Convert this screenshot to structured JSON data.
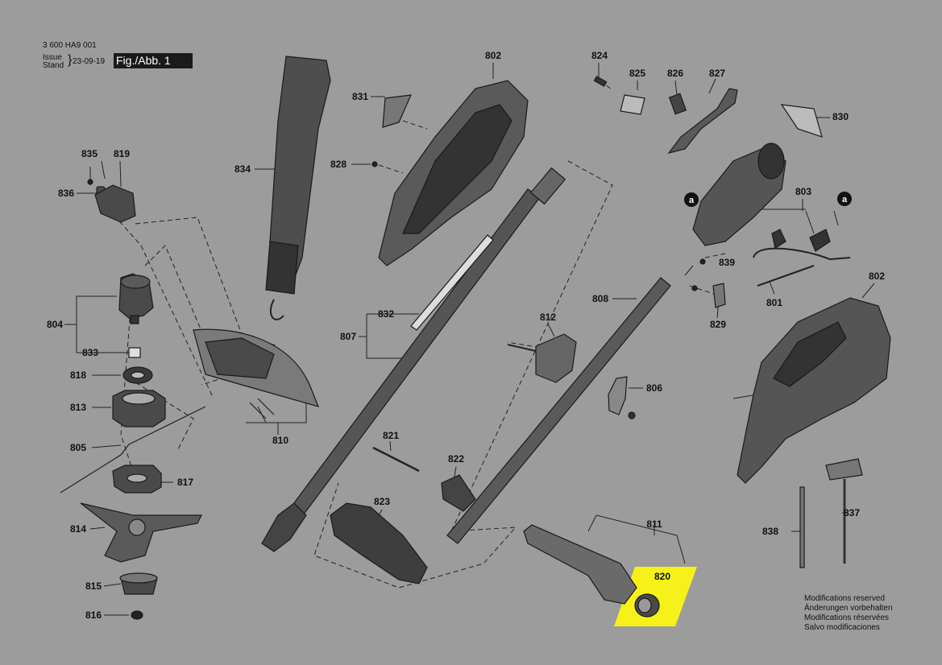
{
  "header": {
    "doc_number": "3 600 HA9 001",
    "issue_label": "Issue",
    "stand_label": "Stand",
    "date": "23-09-19",
    "figure_label": "Fig./Abb. 1"
  },
  "highlight": {
    "color": "#f6f219",
    "part": "820"
  },
  "callout_marker": "a",
  "parts": {
    "p801": "801",
    "p802a": "802",
    "p802b": "802",
    "p803": "803",
    "p804": "804",
    "p805": "805",
    "p806": "806",
    "p807": "807",
    "p808": "808",
    "p810": "810",
    "p811": "811",
    "p812": "812",
    "p813": "813",
    "p814": "814",
    "p815": "815",
    "p816": "816",
    "p817": "817",
    "p818": "818",
    "p819": "819",
    "p820": "820",
    "p821": "821",
    "p822": "822",
    "p823": "823",
    "p824": "824",
    "p825": "825",
    "p826": "826",
    "p827": "827",
    "p828": "828",
    "p829": "829",
    "p830": "830",
    "p831": "831",
    "p832": "832",
    "p833": "833",
    "p834": "834",
    "p835": "835",
    "p836": "836",
    "p837": "837",
    "p838": "838",
    "p839": "839"
  },
  "notes": [
    "Modifications reserved",
    "Änderungen vorbehalten",
    "Modifications réservées",
    "Salvo modificaciones"
  ]
}
